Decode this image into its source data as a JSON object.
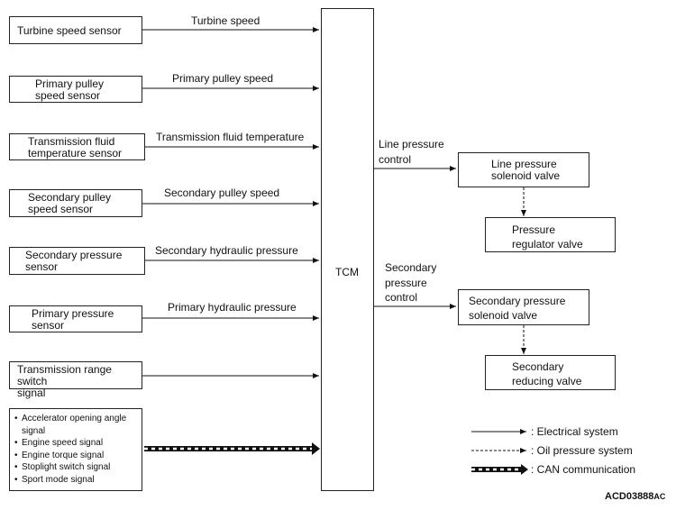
{
  "inputs": [
    {
      "box": "Turbine speed sensor",
      "signal": "Turbine speed"
    },
    {
      "box": "Primary pulley\nspeed sensor",
      "signal": "Primary pulley speed"
    },
    {
      "box": "Transmission fluid\ntemperature sensor",
      "signal": "Transmission fluid temperature"
    },
    {
      "box": "Secondary pulley\nspeed sensor",
      "signal": "Secondary pulley speed"
    },
    {
      "box": "Secondary pressure\nsensor",
      "signal": "Secondary hydraulic pressure"
    },
    {
      "box": "Primary pressure\nsensor",
      "signal": "Primary hydraulic pressure"
    },
    {
      "box": "Transmission range switch\nsignal",
      "signal": ""
    }
  ],
  "can_inputs": [
    "Accelerator opening angle signal",
    "Engine speed signal",
    "Engine torque signal",
    "Stoplight switch signal",
    "Sport mode signal"
  ],
  "tcm": "TCM",
  "outputs": [
    {
      "control": "Line pressure\ncontrol",
      "solenoid": "Line pressure\nsolenoid valve",
      "valve": "Pressure\nregulator valve"
    },
    {
      "control": "Secondary\npressure\ncontrol",
      "solenoid": "Secondary pressure\nsolenoid valve",
      "valve": "Secondary\nreducing valve"
    }
  ],
  "legend": {
    "electrical": ": Electrical system",
    "oil": ": Oil pressure system",
    "can": ": CAN communication"
  },
  "figure_code": "ACD03888",
  "figure_code_suffix": "AC"
}
